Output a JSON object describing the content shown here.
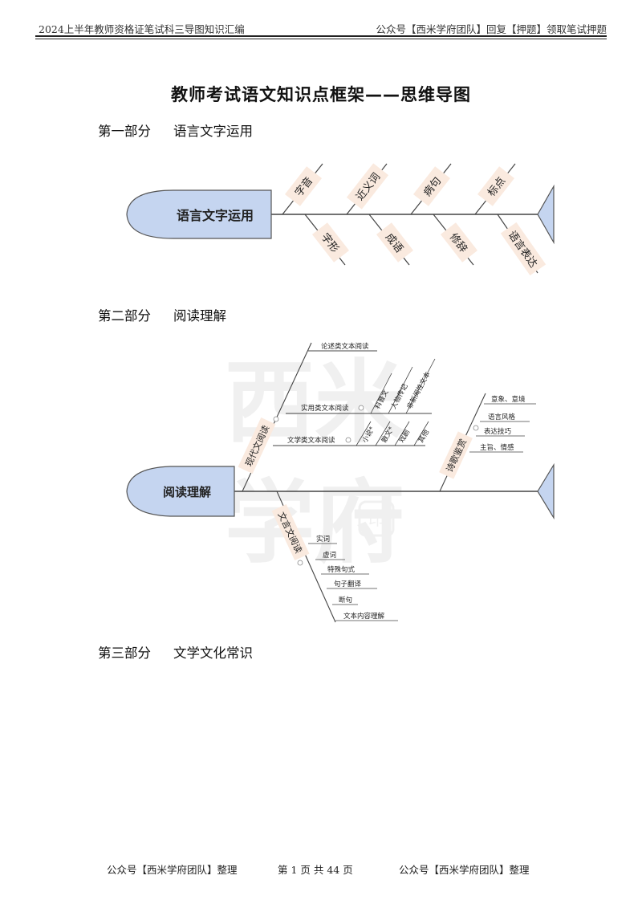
{
  "header": {
    "left": "2024上半年教师资格证笔试科三导图知识汇编",
    "right": "公众号【西米学府团队】回复【押题】领取笔试押题"
  },
  "title": "教师考试语文知识点框架——思维导图",
  "sections": [
    {
      "num": "第一部分",
      "name": "语言文字运用"
    },
    {
      "num": "第二部分",
      "name": "阅读理解"
    },
    {
      "num": "第三部分",
      "name": "文学文化常识"
    }
  ],
  "diagram1": {
    "head": "语言文字运用",
    "top": [
      "字音",
      "近义词",
      "病句",
      "标点"
    ],
    "bottom": [
      "字形",
      "成语",
      "修辞",
      "语言表达"
    ]
  },
  "diagram2": {
    "head": "阅读理解",
    "watermark": [
      "西米",
      "学府"
    ],
    "stamp": "印",
    "modern": {
      "label": "现代文阅读",
      "lun": "论述类文本阅读",
      "shiyong": "实用类文本阅读",
      "shiyong_items": [
        "科普文",
        "人物传记",
        "非新闻性文本"
      ],
      "wenxue": "文学类文本阅读",
      "wenxue_items": [
        "小说*",
        "散文*",
        "戏剧",
        "其他"
      ]
    },
    "poetry": {
      "label": "诗歌鉴赏",
      "items": [
        "意象、意境",
        "语言风格",
        "表达技巧",
        "主旨、情感"
      ]
    },
    "classical": {
      "label": "文言文阅读",
      "items": [
        "实词",
        "虚词",
        "特殊句式",
        "句子翻译",
        "断句",
        "文本内容理解"
      ]
    }
  },
  "footer": {
    "left": "公众号【西米学府团队】整理",
    "middle": "第 1 页 共 44 页",
    "right": "公众号【西米学府团队】整理"
  },
  "colors": {
    "fish_head": "#c5d5f0",
    "fish_tail": "#c5d5f0",
    "bone_box": "#faeadf",
    "line": "#444444",
    "watermark": "#e8e8e8"
  }
}
